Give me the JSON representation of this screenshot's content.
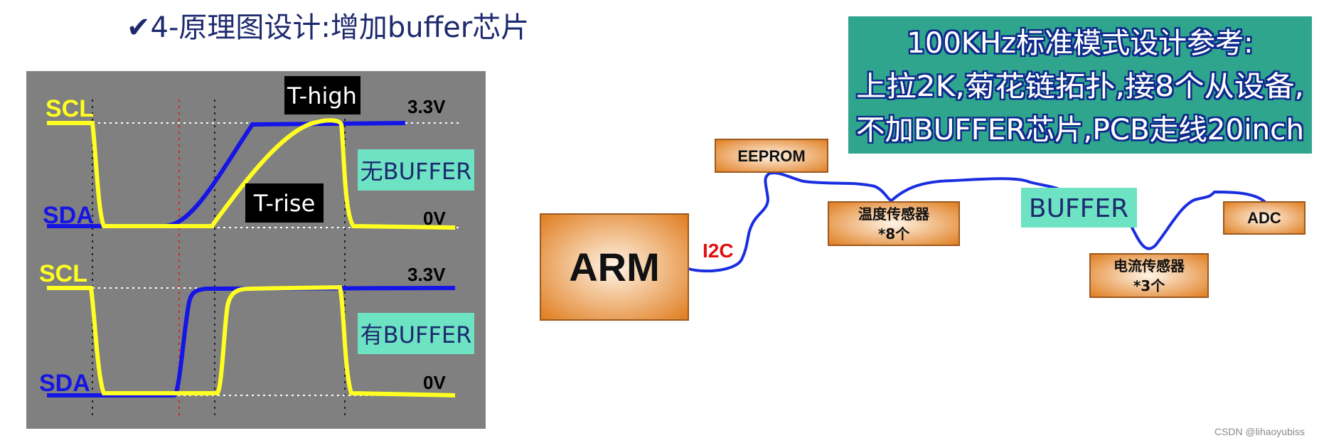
{
  "title": "✔4-原理图设计:增加buffer芯片",
  "scope": {
    "top_panel": {
      "scl_label": "SCL",
      "sda_label": "SDA",
      "high_voltage": "3.3V",
      "low_voltage": "0V",
      "t_high_label": "T-high",
      "t_rise_label": "T-rise",
      "badge": "无BUFFER"
    },
    "bottom_panel": {
      "scl_label": "SCL",
      "sda_label": "SDA",
      "high_voltage": "3.3V",
      "low_voltage": "0V",
      "badge": "有BUFFER"
    }
  },
  "note": {
    "lines": [
      "100KHz标准模式设计参考:",
      "上拉2K,菊花链拓扑,接8个从设备,",
      "不加BUFFER芯片,PCB走线20inch"
    ]
  },
  "topology": {
    "arm": "ARM",
    "i2c": "I2C",
    "eeprom": "EEPROM",
    "temp_sensor_line1": "温度传感器",
    "temp_sensor_line2": "*8个",
    "buffer": "BUFFER",
    "current_sensor_line1": "电流传感器",
    "current_sensor_line2": "*3个",
    "adc": "ADC"
  },
  "watermark": "CSDN @lihaoyubiss",
  "colors": {
    "scope_bg": "#808080",
    "scl": "#ffff22",
    "sda": "#1515e6",
    "note_bg": "#2fa58d",
    "badge_bg": "#6ee3c4",
    "bus": "#1a2ee0",
    "i2c_text": "#e01010",
    "box_edge": "#e07d1f",
    "box_center": "#fff4e6"
  }
}
